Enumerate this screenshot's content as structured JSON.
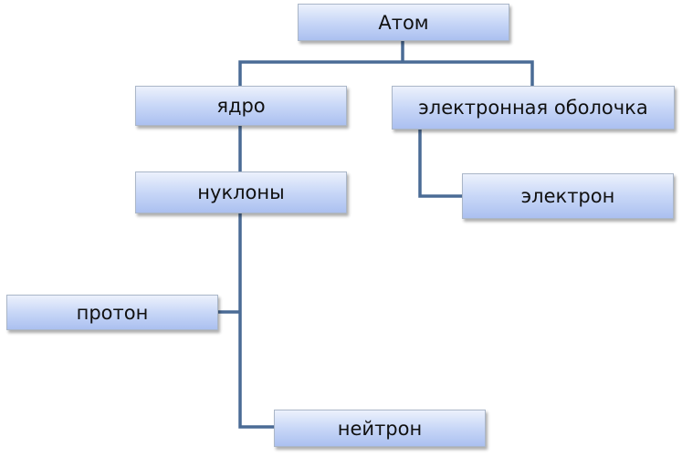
{
  "nodes": {
    "atom": "Атом",
    "yadro": "ядро",
    "obolochka": "электронная оболочка",
    "nuklony": "нуклоны",
    "elektron": "электрон",
    "proton": "протон",
    "neytron": "нейтрон"
  },
  "colors": {
    "connector": "#4a6b95",
    "node_fill_top": "#ecf1fc",
    "node_fill_bottom": "#abc0f0",
    "node_border": "#aab6c8",
    "text": "#111111"
  }
}
